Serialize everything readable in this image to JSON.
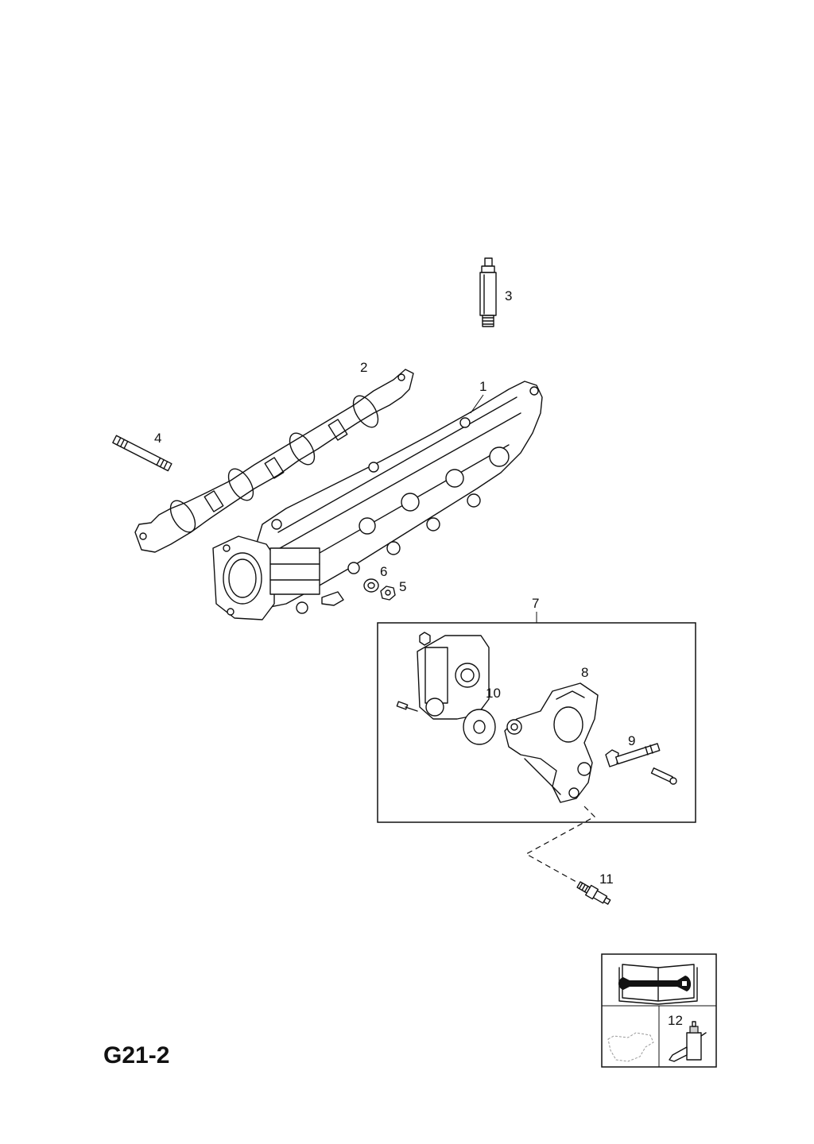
{
  "diagram": {
    "page_code": "G21-2",
    "callouts": [
      "1",
      "2",
      "3",
      "4",
      "5",
      "6",
      "7",
      "8",
      "9",
      "10",
      "11",
      "12"
    ]
  },
  "legend": {
    "icons": [
      "repair-manual-wrench-icon",
      "oil-pan-outline-icon",
      "sealant-applicator-icon"
    ]
  },
  "colors": {
    "line": "#111111",
    "background": "#ffffff",
    "shade": "#cfcfcf"
  }
}
